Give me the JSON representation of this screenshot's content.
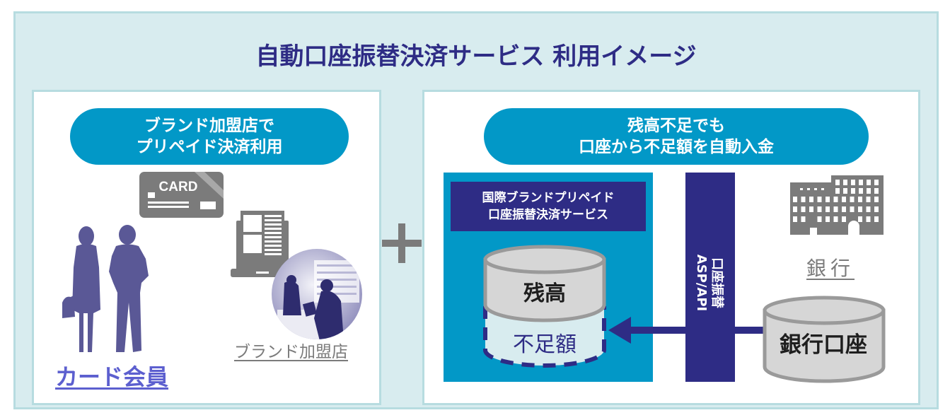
{
  "title": "自動口座振替決済サービス 利用イメージ",
  "colors": {
    "navy": "#2e2c85",
    "cyan": "#0298c7",
    "panel_bg": "#d8ecef",
    "panel_border": "#b7dce0",
    "gray_icon": "#7b7b7b",
    "silhouette": "#5a5896",
    "shortfall_fill": "#d8ecef"
  },
  "left_panel": {
    "pill_lines": [
      "ブランド加盟店で",
      "プリペイド決済利用"
    ],
    "card_icon_text": "CARD",
    "member_label": "カード会員",
    "store_label": "ブランド加盟店",
    "icons": [
      "credit-card-icon",
      "people-silhouette-icon",
      "laptop-icon",
      "store-counter-icon"
    ]
  },
  "connector": {
    "symbol": "+"
  },
  "right_panel": {
    "pill_lines": [
      "残高不足でも",
      "口座から不足額を自動入金"
    ],
    "service_label_lines": [
      "国際ブランドプリペイド",
      "口座振替決済サービス"
    ],
    "balance_label": "残高",
    "shortfall_label": "不足額",
    "asp_bar": {
      "line1": "口座振替",
      "line2": "ASP/API"
    },
    "bank_label": "銀行",
    "bank_account_label": "銀行口座",
    "icons": [
      "database-cylinder-icon",
      "arrow-left-icon",
      "bank-building-icon"
    ]
  }
}
